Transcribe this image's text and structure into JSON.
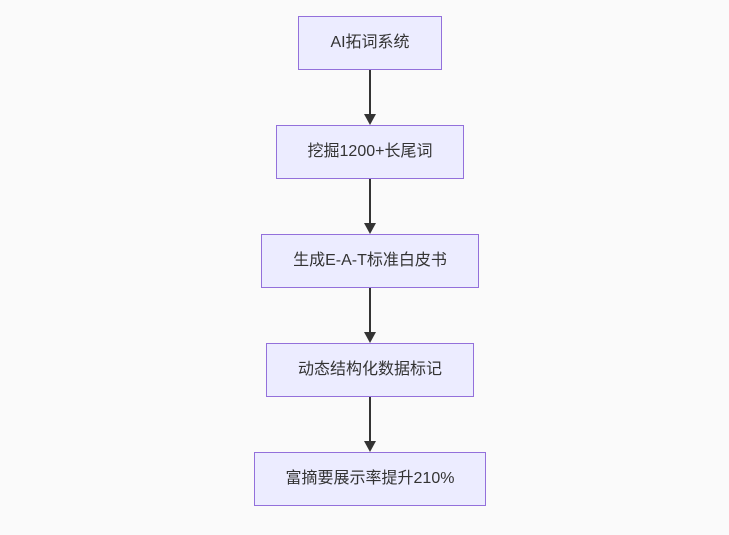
{
  "theme": {
    "bg": "#fafafa",
    "node-fill": "#ECECFF",
    "node-border": "#9370DB",
    "text-color": "#333333",
    "arrow-color": "#333333"
  },
  "flowchart": {
    "direction": "top-down",
    "nodes": [
      {
        "id": "n1",
        "label": "AI拓词系统"
      },
      {
        "id": "n2",
        "label": "挖掘1200+长尾词"
      },
      {
        "id": "n3",
        "label": "生成E-A-T标准白皮书"
      },
      {
        "id": "n4",
        "label": "动态结构化数据标记"
      },
      {
        "id": "n5",
        "label": "富摘要展示率提升210%"
      }
    ],
    "edges": [
      {
        "from": "n1",
        "to": "n2"
      },
      {
        "from": "n2",
        "to": "n3"
      },
      {
        "from": "n3",
        "to": "n4"
      },
      {
        "from": "n4",
        "to": "n5"
      }
    ]
  }
}
